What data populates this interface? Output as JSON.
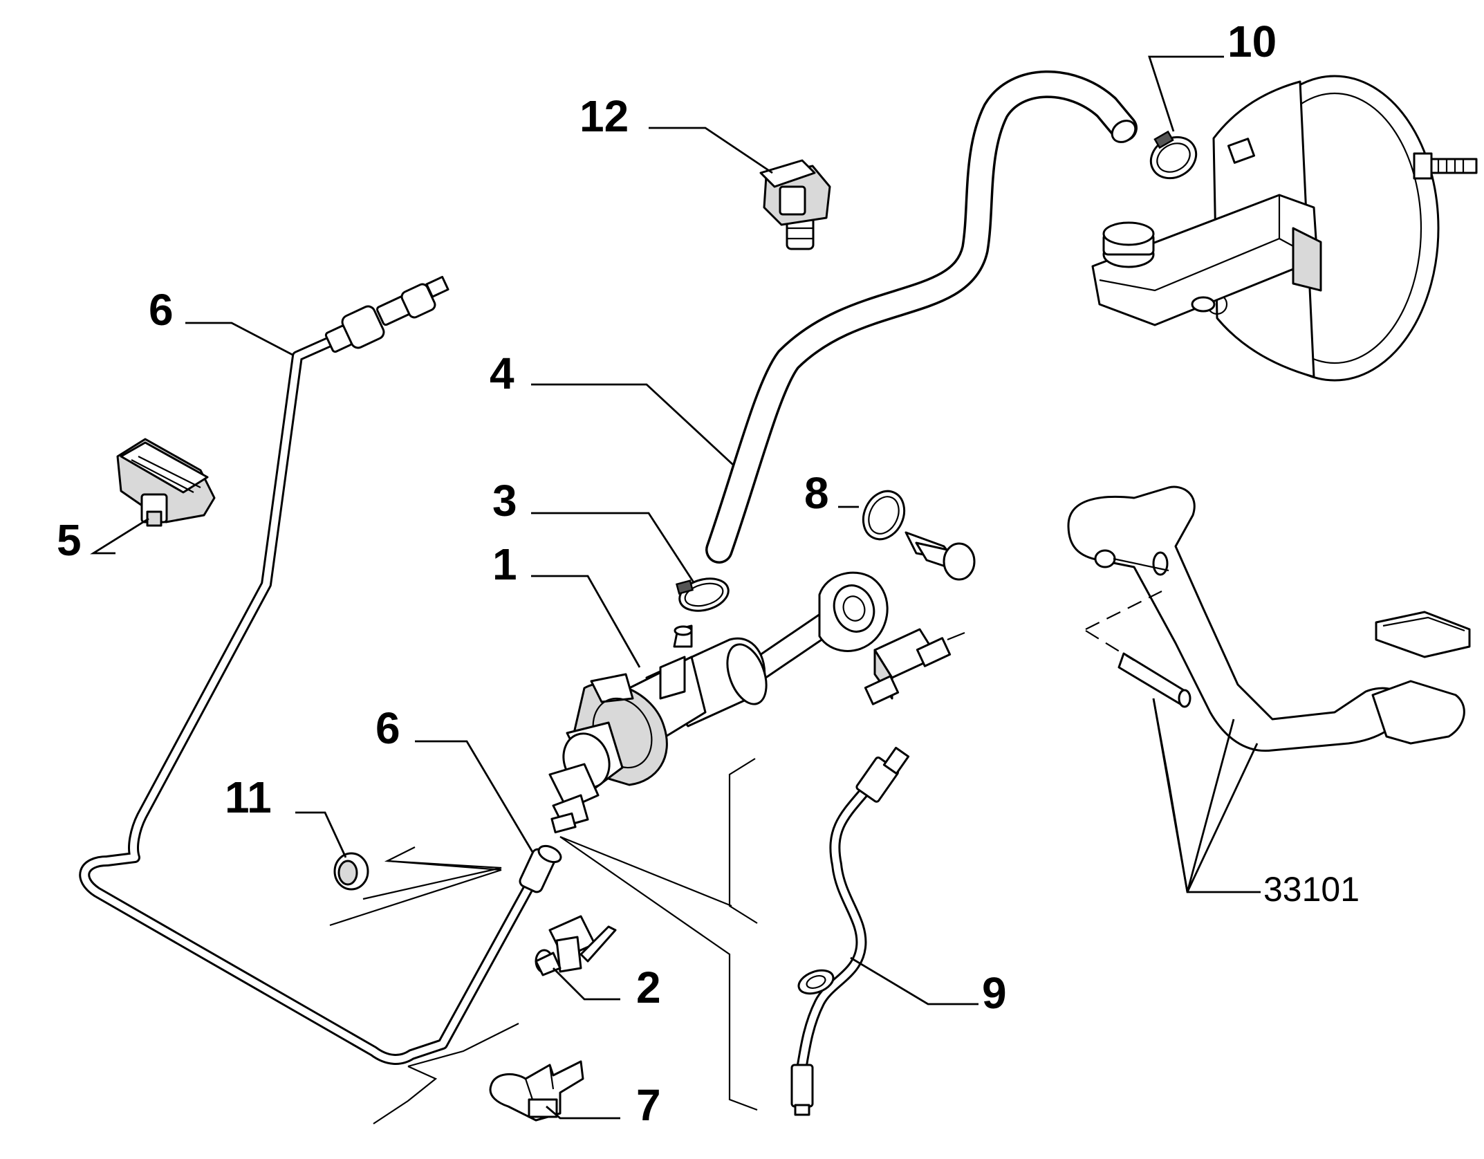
{
  "diagram": {
    "reference_code": "33101",
    "callouts": [
      {
        "id": "c1",
        "label": "1"
      },
      {
        "id": "c2",
        "label": "2"
      },
      {
        "id": "c3",
        "label": "3"
      },
      {
        "id": "c4",
        "label": "4"
      },
      {
        "id": "c5",
        "label": "5"
      },
      {
        "id": "c6a",
        "label": "6"
      },
      {
        "id": "c6b",
        "label": "6"
      },
      {
        "id": "c7",
        "label": "7"
      },
      {
        "id": "c8",
        "label": "8"
      },
      {
        "id": "c9",
        "label": "9"
      },
      {
        "id": "c10",
        "label": "10"
      },
      {
        "id": "c11",
        "label": "11"
      },
      {
        "id": "c12",
        "label": "12"
      }
    ]
  }
}
